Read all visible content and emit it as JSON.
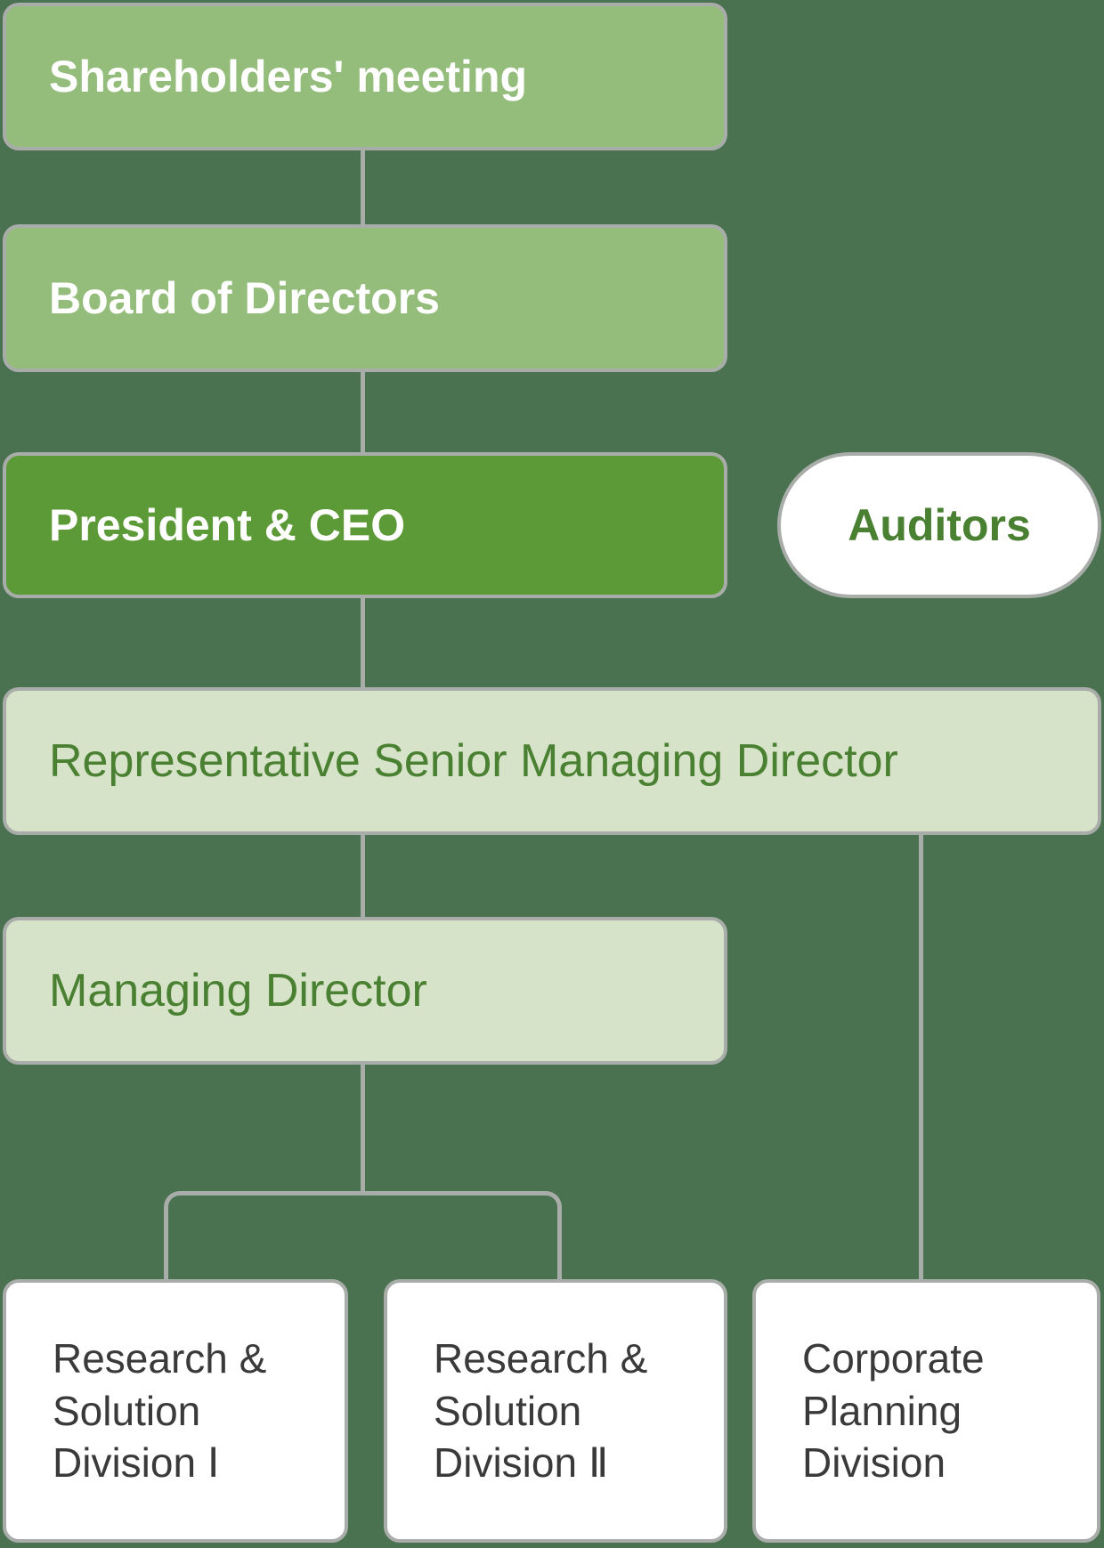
{
  "colors": {
    "background": "#4a7150",
    "line": "#a9ada9",
    "node_medium": "#94bd7b",
    "node_dark": "#5b9a36",
    "node_light": "#d6e3c8",
    "node_white": "#ffffff",
    "text_white": "#ffffff",
    "text_green": "#4a8032",
    "text_dark": "#3a3a3a"
  },
  "org": {
    "nodes": [
      {
        "id": "shareholders-meeting",
        "label": "Shareholders' meeting",
        "style": "medium"
      },
      {
        "id": "board-of-directors",
        "label": "Board of Directors",
        "style": "medium"
      },
      {
        "id": "president-ceo",
        "label": "President & CEO",
        "style": "dark"
      },
      {
        "id": "auditors",
        "label": "Auditors",
        "style": "pill"
      },
      {
        "id": "representative-senior-managing-director",
        "label": "Representative Senior Managing Director",
        "style": "light"
      },
      {
        "id": "managing-director",
        "label": "Managing Director",
        "style": "light"
      },
      {
        "id": "research-solution-division-1",
        "label": "Research &\nSolution\nDivision Ⅰ",
        "style": "leaf"
      },
      {
        "id": "research-solution-division-2",
        "label": "Research &\nSolution\nDivision Ⅱ",
        "style": "leaf"
      },
      {
        "id": "corporate-planning-division",
        "label": "Corporate\nPlanning\nDivision",
        "style": "leaf"
      }
    ],
    "edges": [
      {
        "from": "shareholders-meeting",
        "to": "board-of-directors"
      },
      {
        "from": "board-of-directors",
        "to": "president-ceo"
      },
      {
        "from": "president-ceo",
        "to": "representative-senior-managing-director"
      },
      {
        "from": "representative-senior-managing-director",
        "to": "managing-director"
      },
      {
        "from": "representative-senior-managing-director",
        "to": "corporate-planning-division"
      },
      {
        "from": "managing-director",
        "to": "research-solution-division-1"
      },
      {
        "from": "managing-director",
        "to": "research-solution-division-2"
      }
    ]
  }
}
